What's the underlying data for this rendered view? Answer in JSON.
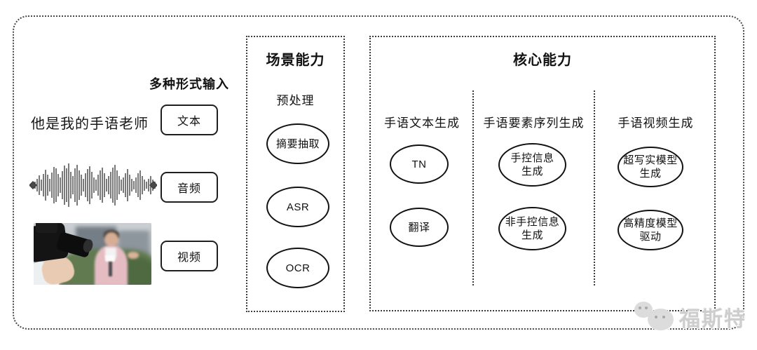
{
  "colors": {
    "background": "#ffffff",
    "line": "#222222",
    "text": "#111111",
    "watermark": "#cdcdcd"
  },
  "input_section": {
    "title": "多种形式输入",
    "sample_text": "他是我的手语老师",
    "buttons": [
      {
        "label": "文本"
      },
      {
        "label": "音频"
      },
      {
        "label": "视频"
      }
    ],
    "media_icons": [
      "audio-waveform-icon",
      "video-thumbnail"
    ]
  },
  "scene_box": {
    "title": "场景能力",
    "subtitle": "预处理",
    "nodes": [
      "摘要抽取",
      "ASR",
      "OCR"
    ]
  },
  "core_box": {
    "title": "核心能力",
    "columns": [
      {
        "header": "手语文本生成",
        "nodes": [
          "TN",
          "翻译"
        ]
      },
      {
        "header": "手语要素序列生成",
        "nodes": [
          "手控信息\n生成",
          "非手控信息\n生成"
        ]
      },
      {
        "header": "手语视频生成",
        "nodes": [
          "超写实模型\n生成",
          "高精度模型\n驱动"
        ]
      }
    ]
  },
  "watermark": {
    "label": "福斯特",
    "icon": "wechat-icon"
  }
}
